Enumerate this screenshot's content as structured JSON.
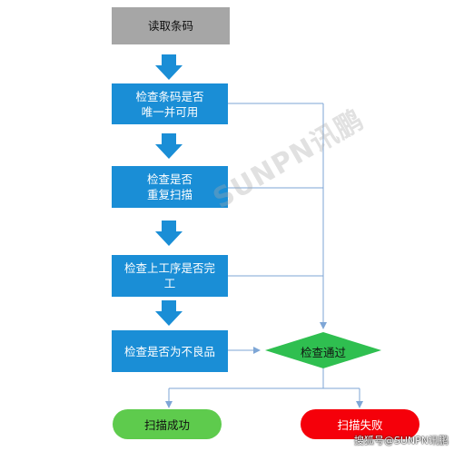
{
  "steps": {
    "read": "读取条码",
    "unique": "检查条码是否\n唯一并可用",
    "duplicate": "检查是否\n重复扫描",
    "process": "检查上工序是否完\n工",
    "defect": "检查是否为不良品"
  },
  "decision": "检查通过",
  "outcomes": {
    "success": "扫描成功",
    "failure": "扫描失败"
  },
  "watermark": "SUNPN讯鹏",
  "credit": "搜狐号@SUNPN讯鹏",
  "colors": {
    "step_fill": "#1a8ed6",
    "start_fill": "#a6a6a6",
    "decision_fill": "#2fbf50",
    "success_fill": "#5ecb4d",
    "failure_fill": "#f5000a",
    "connector": "#7ea6d6"
  }
}
